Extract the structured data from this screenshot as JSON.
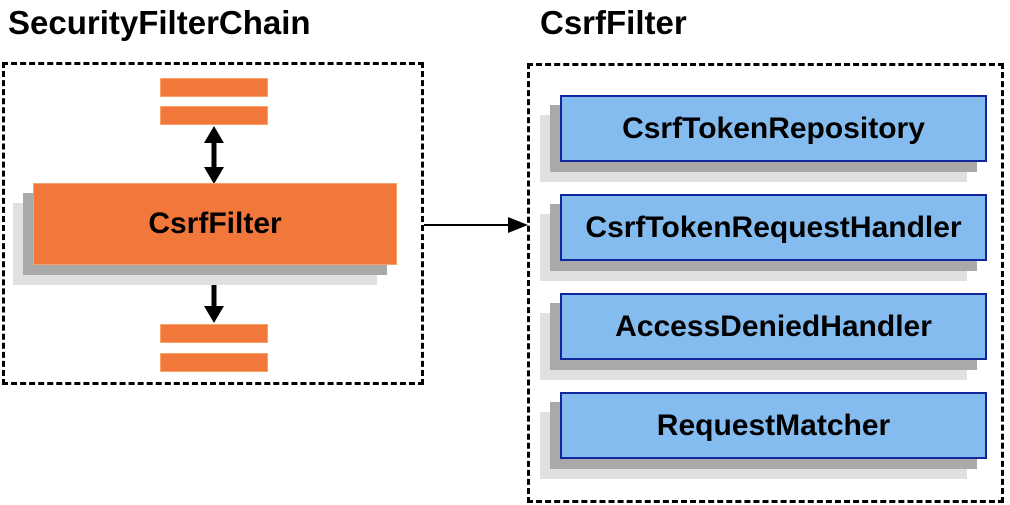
{
  "left_panel": {
    "title": "SecurityFilterChain",
    "filter_label": "CsrfFilter",
    "placeholder_bars": 4
  },
  "right_panel": {
    "title": "CsrfFilter",
    "components": [
      "CsrfTokenRepository",
      "CsrfTokenRequestHandler",
      "AccessDeniedHandler",
      "RequestMatcher"
    ]
  },
  "colors": {
    "orange_fill": "#F2773A",
    "orange_edge": "#F8A169",
    "blue_fill": "#85BCF0",
    "blue_border": "#10269C",
    "shadow_dark": "#A9A9A9",
    "shadow_light": "#E0E0E0",
    "line": "#000000",
    "background": "#FFFFFF",
    "text": "#000000"
  }
}
